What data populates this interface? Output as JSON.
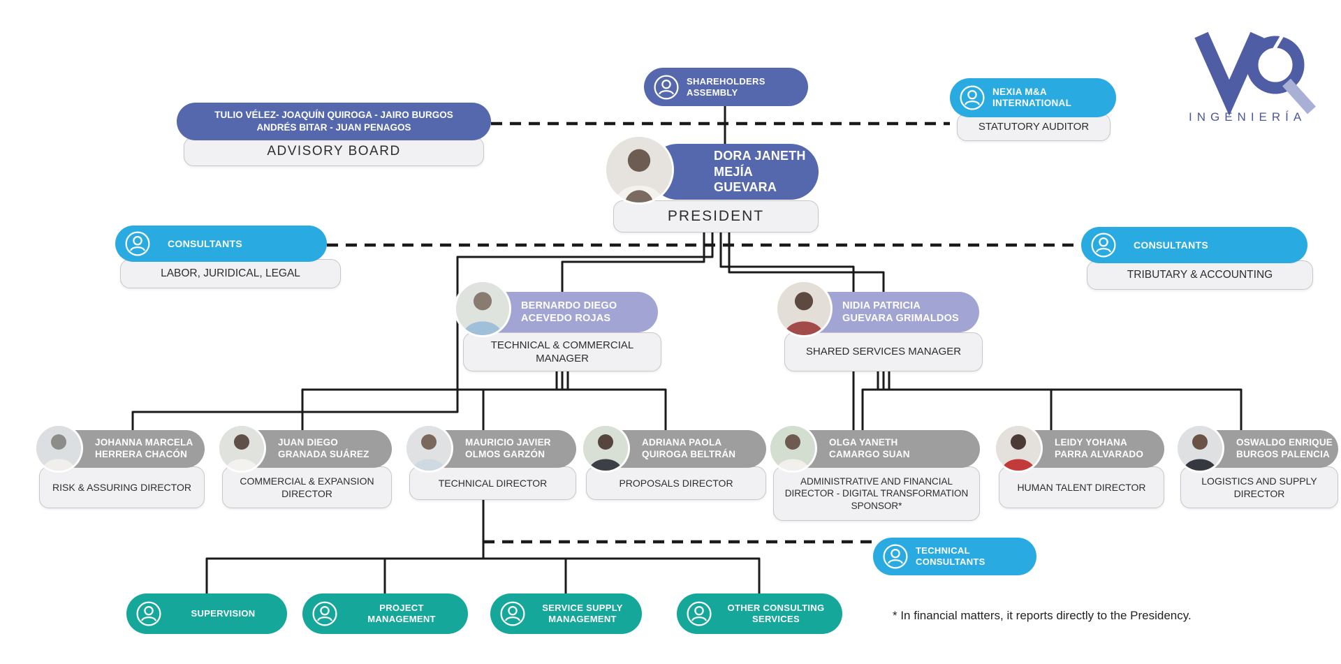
{
  "logo": {
    "mark": "VQ",
    "text": "INGENIERÍA"
  },
  "colors": {
    "dark_blue": "#5568ae",
    "cyan": "#29abe2",
    "purple": "#a2a4d4",
    "gray": "#9e9e9e",
    "teal": "#16a79b",
    "box_bg": "#f1f1f3",
    "line": "#1a1a1a"
  },
  "org": {
    "shareholders": {
      "label": "SHAREHOLDERS ASSEMBLY"
    },
    "advisory_board": {
      "members_line1": "TULIO VÉLEZ- JOAQUÍN QUIROGA - JAIRO BURGOS",
      "members_line2": "ANDRÉS BITAR - JUAN PENAGOS",
      "title": "ADVISORY BOARD"
    },
    "statutory_auditor": {
      "name": "NEXIA M&A INTERNATIONAL",
      "title": "STATUTORY AUDITOR"
    },
    "president": {
      "name1": "DORA JANETH",
      "name2": "MEJÍA GUEVARA",
      "title": "PRESIDENT"
    },
    "consultants_left": {
      "label": "CONSULTANTS",
      "title": "LABOR, JURIDICAL, LEGAL"
    },
    "consultants_right": {
      "label": "CONSULTANTS",
      "title": "TRIBUTARY & ACCOUNTING"
    },
    "managers": [
      {
        "name1": "BERNARDO DIEGO",
        "name2": "ACEVEDO ROJAS",
        "title": "TECHNICAL & COMMERCIAL MANAGER"
      },
      {
        "name1": "NIDIA PATRICIA",
        "name2": "GUEVARA GRIMALDOS",
        "title": "SHARED SERVICES MANAGER"
      }
    ],
    "directors": [
      {
        "name1": "JOHANNA MARCELA",
        "name2": "HERRERA CHACÓN",
        "title": "RISK & ASSURING DIRECTOR"
      },
      {
        "name1": "JUAN DIEGO",
        "name2": "GRANADA SUÁREZ",
        "title": "COMMERCIAL & EXPANSION DIRECTOR"
      },
      {
        "name1": "MAURICIO JAVIER",
        "name2": "OLMOS GARZÓN",
        "title": "TECHNICAL DIRECTOR"
      },
      {
        "name1": "ADRIANA PAOLA",
        "name2": "QUIROGA BELTRÁN",
        "title": "PROPOSALS DIRECTOR"
      },
      {
        "name1": "OLGA YANETH",
        "name2": "CAMARGO SUAN",
        "title": "ADMINISTRATIVE AND FINANCIAL DIRECTOR - DIGITAL TRANSFORMATION SPONSOR*"
      },
      {
        "name1": "LEIDY YOHANA",
        "name2": "PARRA ALVARADO",
        "title": "HUMAN TALENT DIRECTOR"
      },
      {
        "name1": "OSWALDO ENRIQUE",
        "name2": "BURGOS PALENCIA",
        "title": "LOGISTICS AND SUPPLY DIRECTOR"
      }
    ],
    "service_areas": [
      {
        "label": "SUPERVISION"
      },
      {
        "label": "PROJECT MANAGEMENT"
      },
      {
        "label": "SERVICE SUPPLY MANAGEMENT"
      },
      {
        "label": "OTHER CONSULTING SERVICES"
      }
    ],
    "technical_consultants": {
      "label": "TECHNICAL CONSULTANTS"
    }
  },
  "footnote": "* In financial matters, it reports directly to the Presidency."
}
